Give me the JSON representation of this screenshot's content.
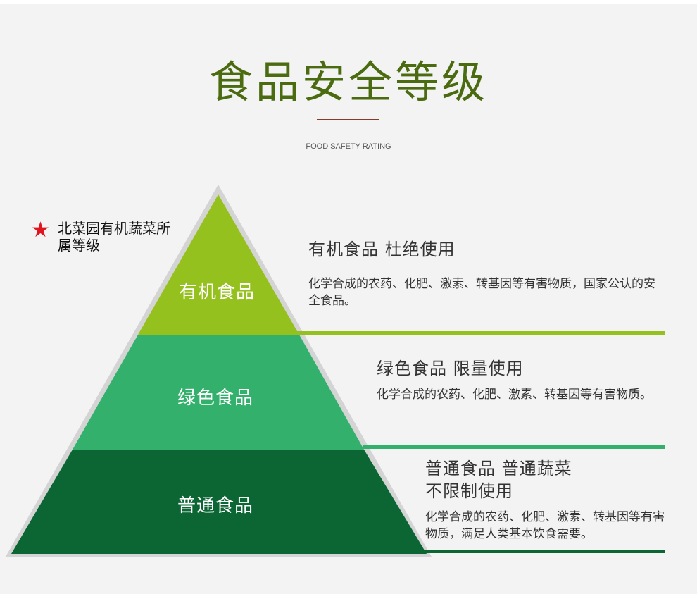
{
  "title": "食品安全等级",
  "subtitle": "FOOD SAFETY RATING",
  "badge": {
    "note": "北菜园有机蔬菜所属等级",
    "icon": "star-icon",
    "color": "#e0141e"
  },
  "tiers": [
    {
      "label": "有机食品",
      "heading": "有机食品  杜绝使用",
      "description": "化学合成的农药、化肥、激素、转基因等有害物质，国家公认的安全食品。",
      "color": "#95c11f"
    },
    {
      "label": "绿色食品",
      "heading": "绿色食品  限量使用",
      "description": "化学合成的农药、化肥、激素、转基因等有害物质。",
      "color": "#33b06c"
    },
    {
      "label": "普通食品",
      "heading": "普通食品  普通蔬菜",
      "heading2": "不限制使用",
      "description": "化学合成的农药、化肥、激素、转基因等有害物质，满足人类基本饮食需要。",
      "color": "#0b6634"
    }
  ]
}
